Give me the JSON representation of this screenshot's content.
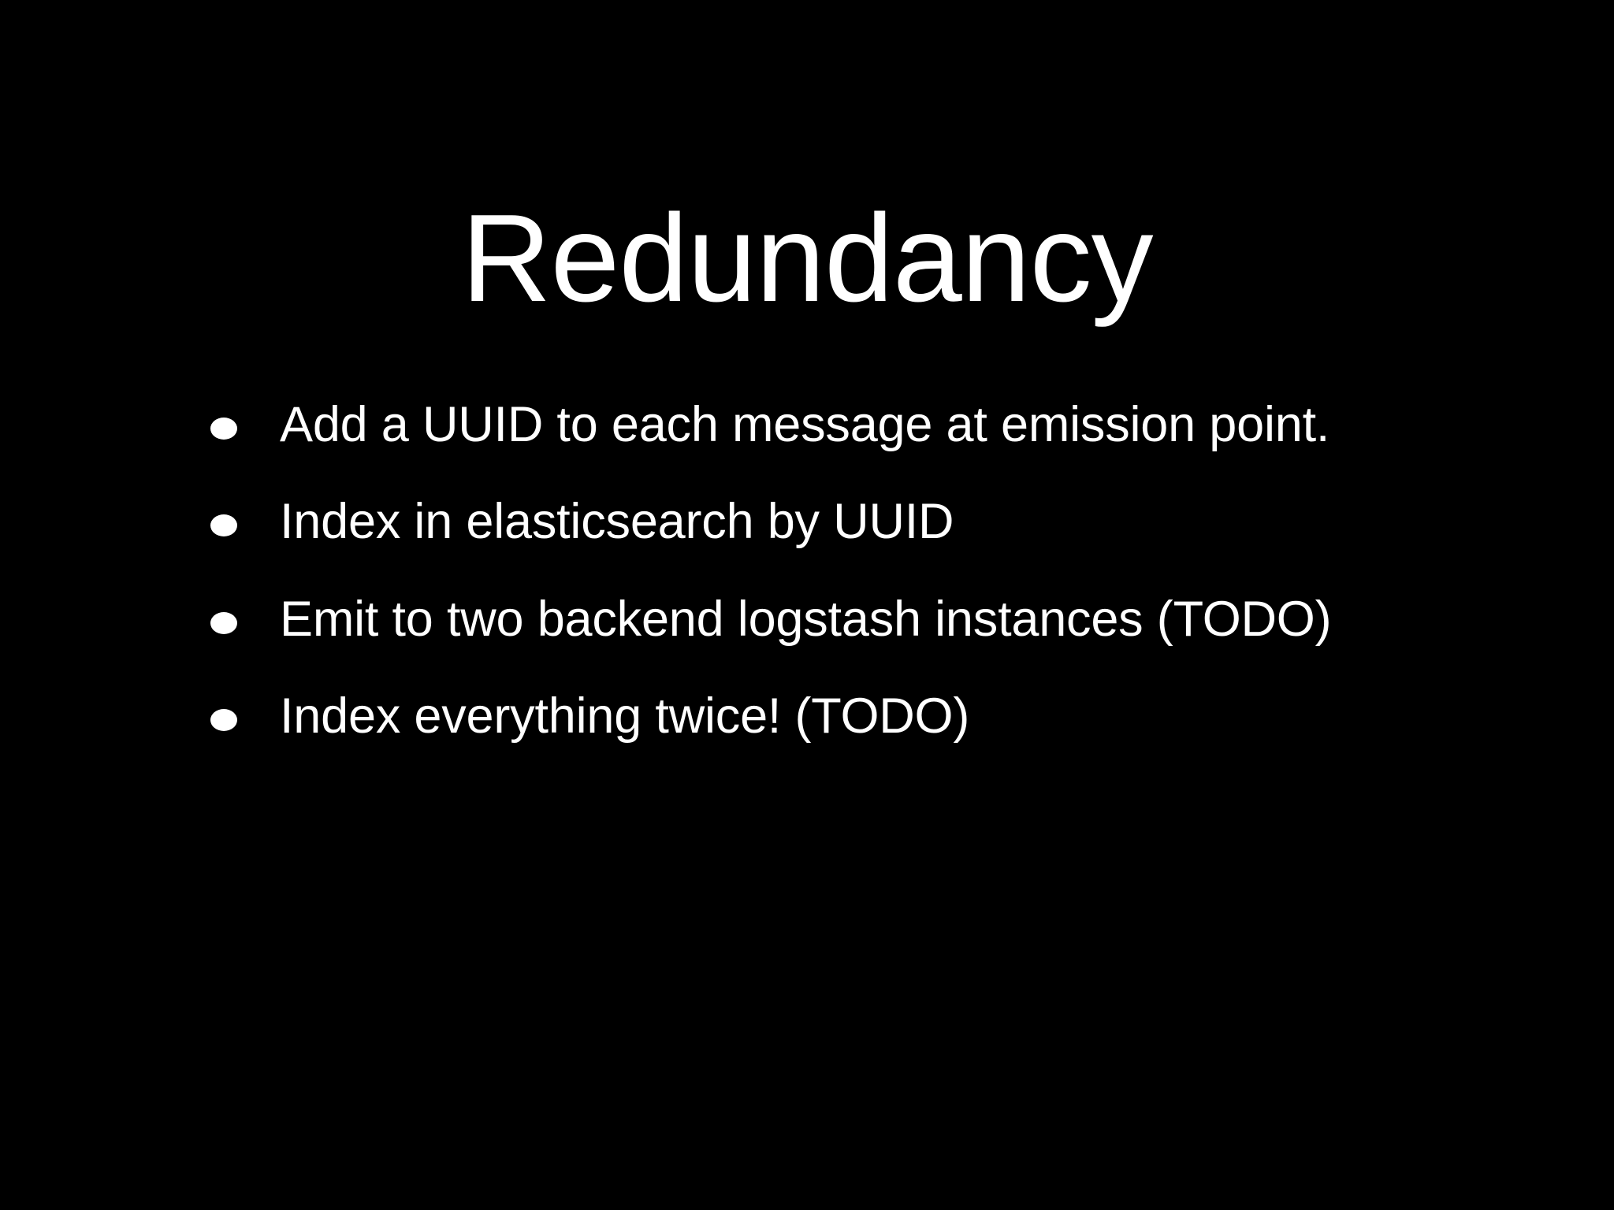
{
  "slide": {
    "title": "Redundancy",
    "background_color": "#000000",
    "text_color": "#FFFFFF",
    "bullets": [
      {
        "text": "Add a UUID to each message at emission point."
      },
      {
        "text": "Index in elasticsearch by UUID"
      },
      {
        "text": "Emit to two backend logstash instances (TODO)"
      },
      {
        "text": "Index everything twice! (TODO)"
      }
    ]
  }
}
